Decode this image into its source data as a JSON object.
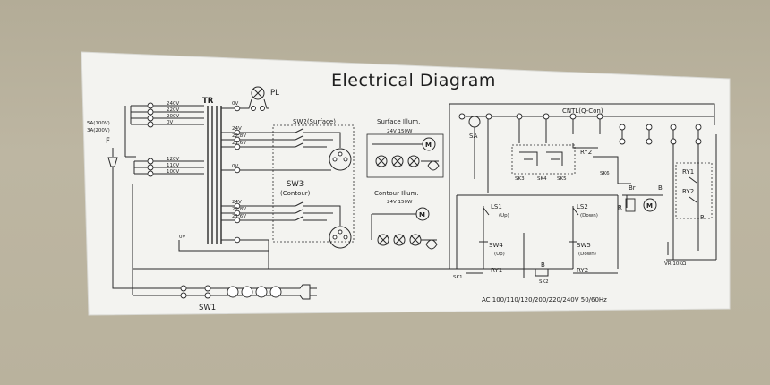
{
  "title": "Electrical Diagram",
  "labels": {
    "tr": "TR",
    "pl": "PL",
    "fuse": "F",
    "fuse_rating_1": "5A(100V)",
    "fuse_rating_2": "3A(200V)",
    "tap_240": "240V",
    "tap_220": "220V",
    "tap_200": "200V",
    "tap_0v_a": "0V",
    "tap_120": "120V",
    "tap_110": "110V",
    "tap_100": "100V",
    "sec_0v_top": "0V",
    "sec_24v_a": "24V",
    "sec_228_a": "22.8V",
    "sec_216_a": "21.6V",
    "sec_0v_mid": "0V",
    "sec_24v_b": "24V",
    "sec_228_b": "22.8V",
    "sec_216_b": "21.6V",
    "sec_0v_b": "0V",
    "sw2": "SW2(Surface)",
    "sw3_a": "SW3",
    "sw3_b": "(Contour)",
    "surface_illum": "Surface Illum.",
    "surface_watt": "24V 150W",
    "contour_illum": "Contour Illum.",
    "contour_watt": "24V 150W",
    "motor": "M",
    "sw1": "SW1",
    "sa": "SA",
    "cntl": "CNTL(Q-Con)",
    "ry2_top": "RY2",
    "sk3": "SK3",
    "sk4": "SK4",
    "sk5": "SK5",
    "sk6": "SK6",
    "ry1_right": "RY1",
    "ry2_right": "RY2",
    "br": "Br",
    "b_right": "B",
    "r_right": "R",
    "r_left": "R",
    "vr": "VR 10KΩ",
    "ls1": "LS1",
    "ls1_dir": "(Up)",
    "ls2": "LS2",
    "ls2_dir": "(Down)",
    "sw4": "SW4",
    "sw4_dir": "(Up)",
    "sw5": "SW5",
    "sw5_dir": "(Down)",
    "ry1_bottom": "RY1",
    "ry2_bottom": "RY2",
    "b_bottom": "B",
    "sk1": "SK1",
    "sk2": "SK2",
    "ac_rating": "AC 100/110/120/200/220/240V  50/60Hz"
  },
  "colors": {
    "plate": "#f3f3f0",
    "wall": "#b7b09c",
    "ink": "#2a2a2a"
  }
}
